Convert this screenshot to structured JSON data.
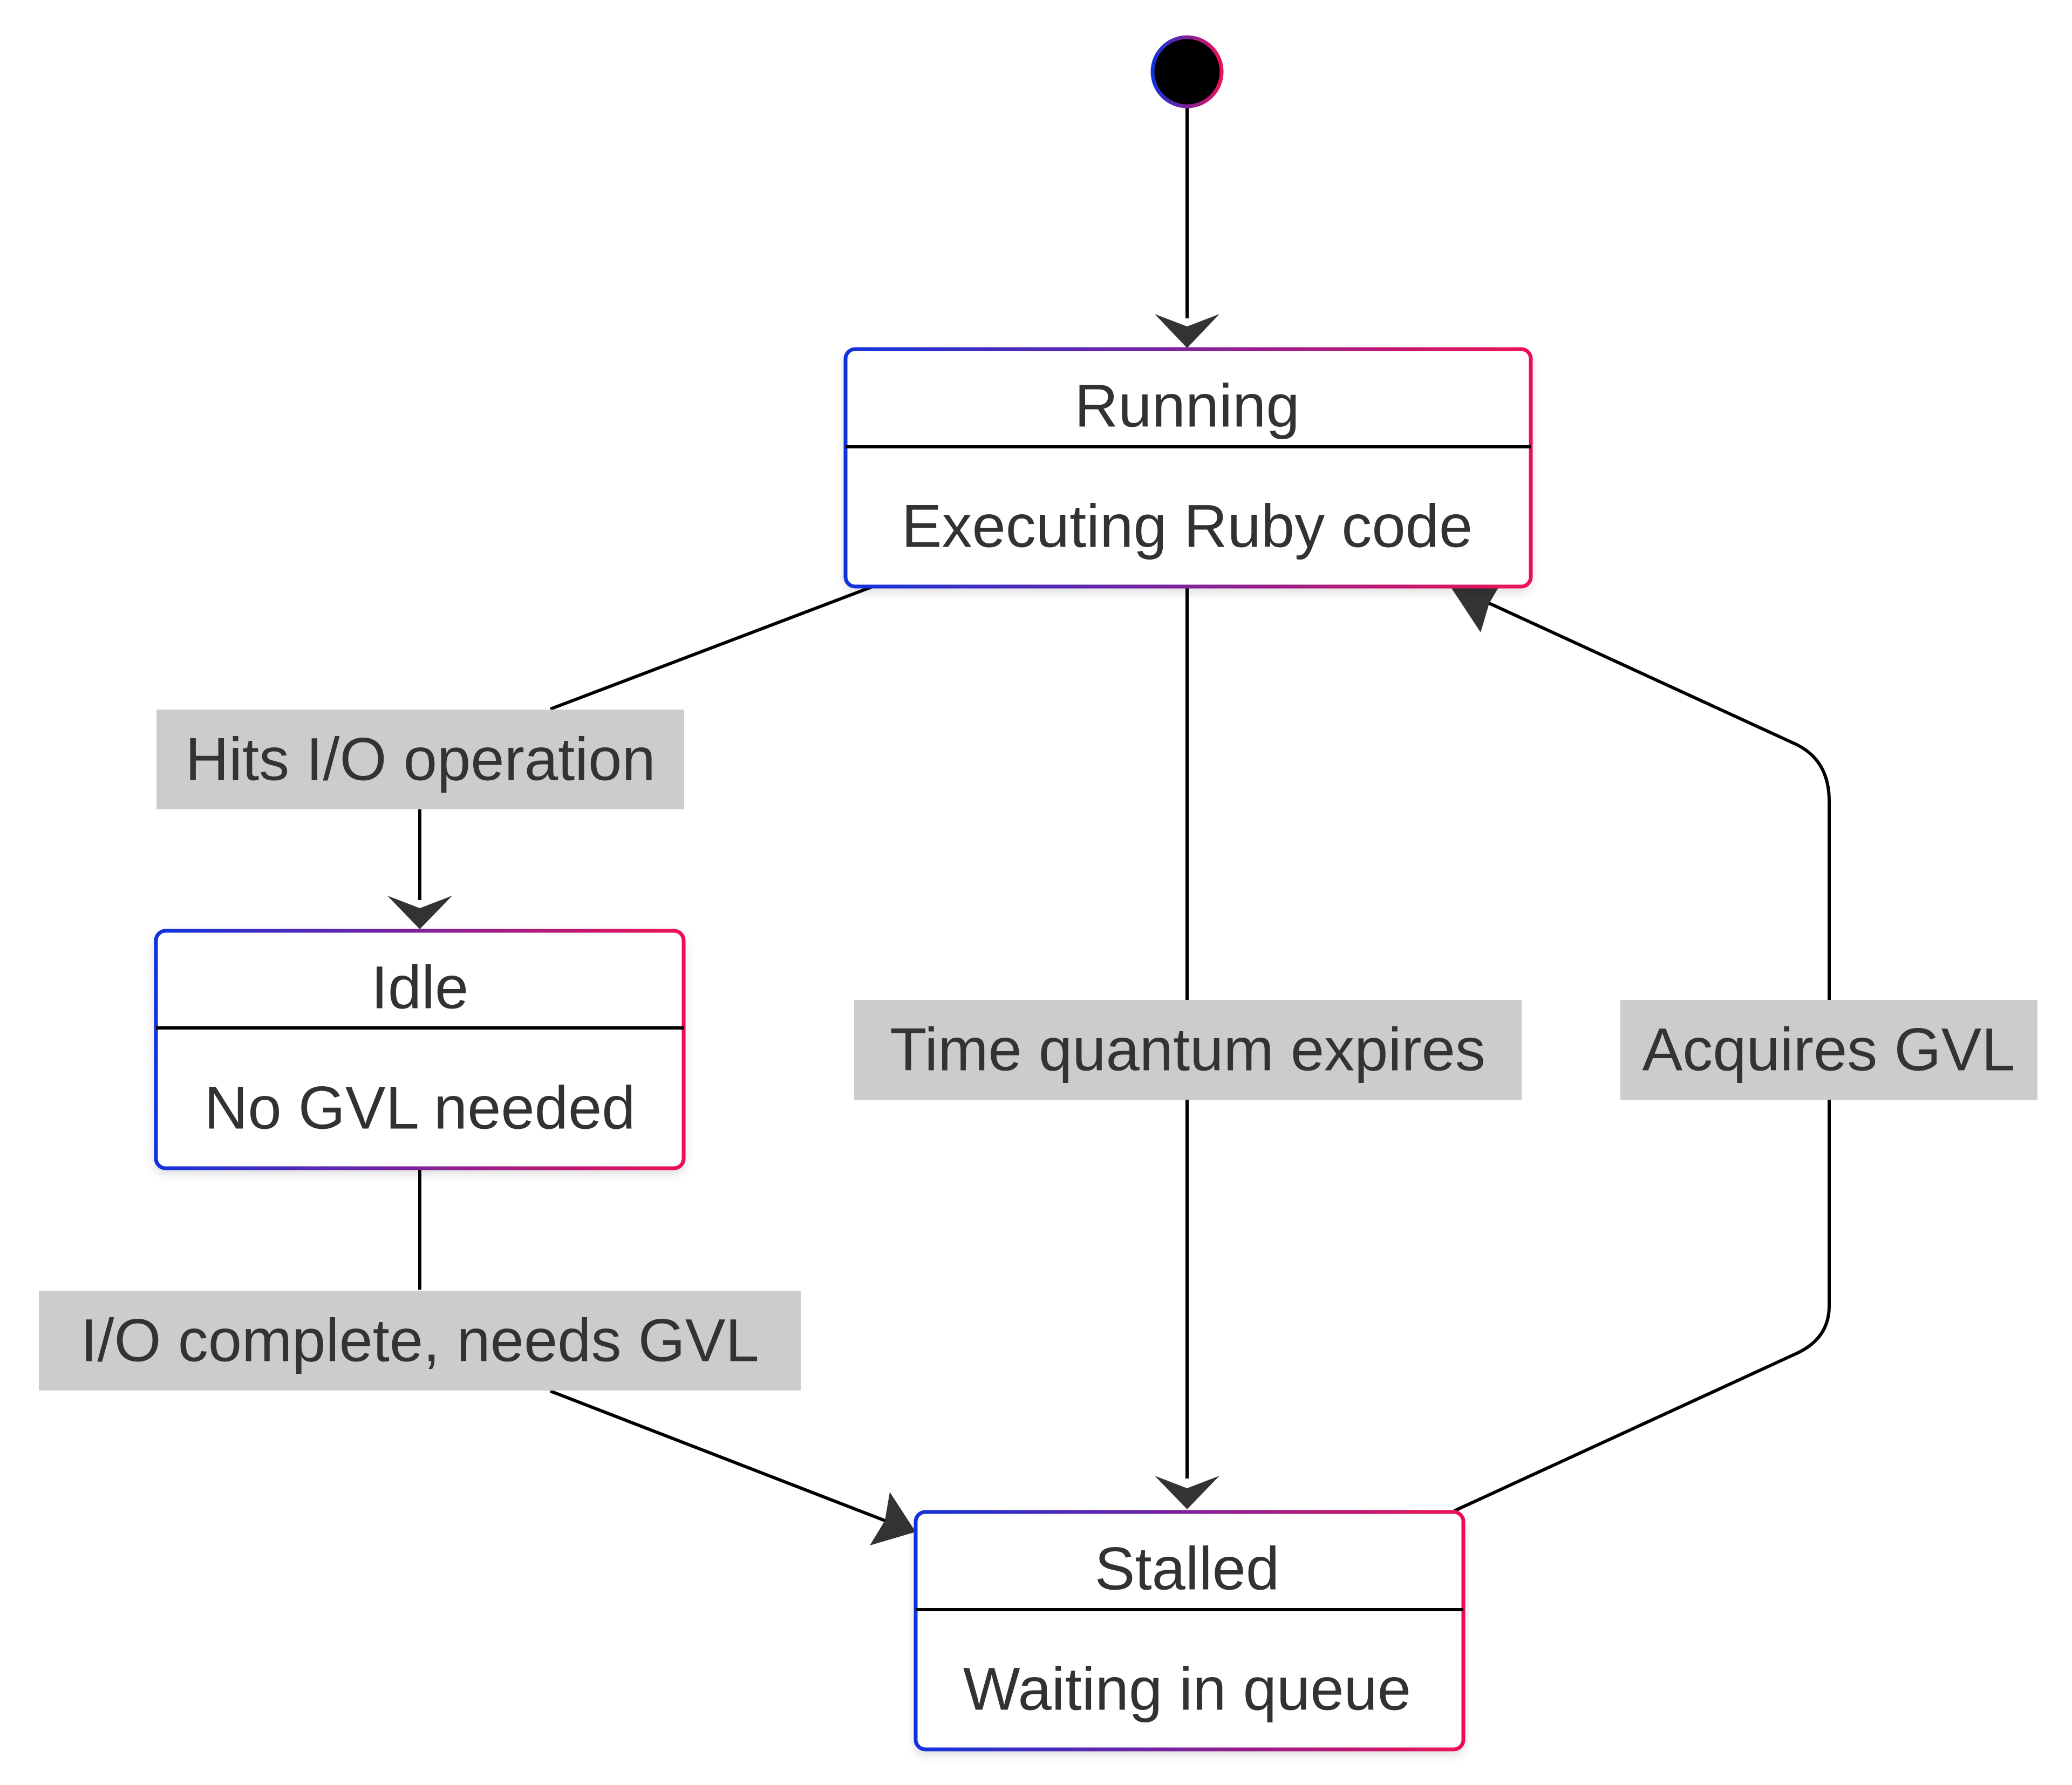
{
  "diagram": {
    "type": "state-diagram",
    "colors": {
      "border_start": "#1133dd",
      "border_end": "#ee1155",
      "line": "#000000",
      "label_background": "#cccccc",
      "text": "#333333"
    },
    "start_node": {
      "label": ""
    },
    "states": {
      "running": {
        "title": "Running",
        "description": "Executing Ruby code"
      },
      "idle": {
        "title": "Idle",
        "description": "No GVL needed"
      },
      "stalled": {
        "title": "Stalled",
        "description": "Waiting in queue"
      }
    },
    "transitions": {
      "start_to_running": {
        "from": "start",
        "to": "Running",
        "label": ""
      },
      "running_to_idle": {
        "from": "Running",
        "to": "Idle",
        "label": "Hits I/O operation"
      },
      "running_to_stalled": {
        "from": "Running",
        "to": "Stalled",
        "label": "Time quantum expires"
      },
      "idle_to_stalled": {
        "from": "Idle",
        "to": "Stalled",
        "label": "I/O complete, needs GVL"
      },
      "stalled_to_running": {
        "from": "Stalled",
        "to": "Running",
        "label": "Acquires GVL"
      }
    }
  }
}
